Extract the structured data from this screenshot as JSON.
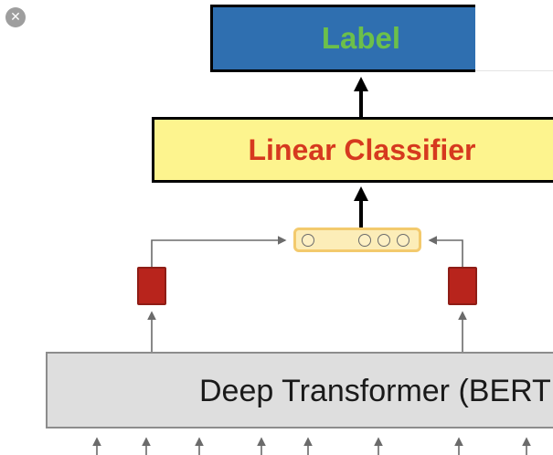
{
  "close_glyph": "✕",
  "label": "Label",
  "linear_classifier": "Linear Classifier",
  "transformer": "Deep Transformer (BERT",
  "colors": {
    "label_fill": "#2f6fb0",
    "label_text": "#6cc04a",
    "classifier_fill": "#fdf48e",
    "classifier_text": "#d6391f",
    "transformer_fill": "#dedede",
    "vector_fill": "#fcedb8",
    "token_fill": "#b8241c"
  }
}
